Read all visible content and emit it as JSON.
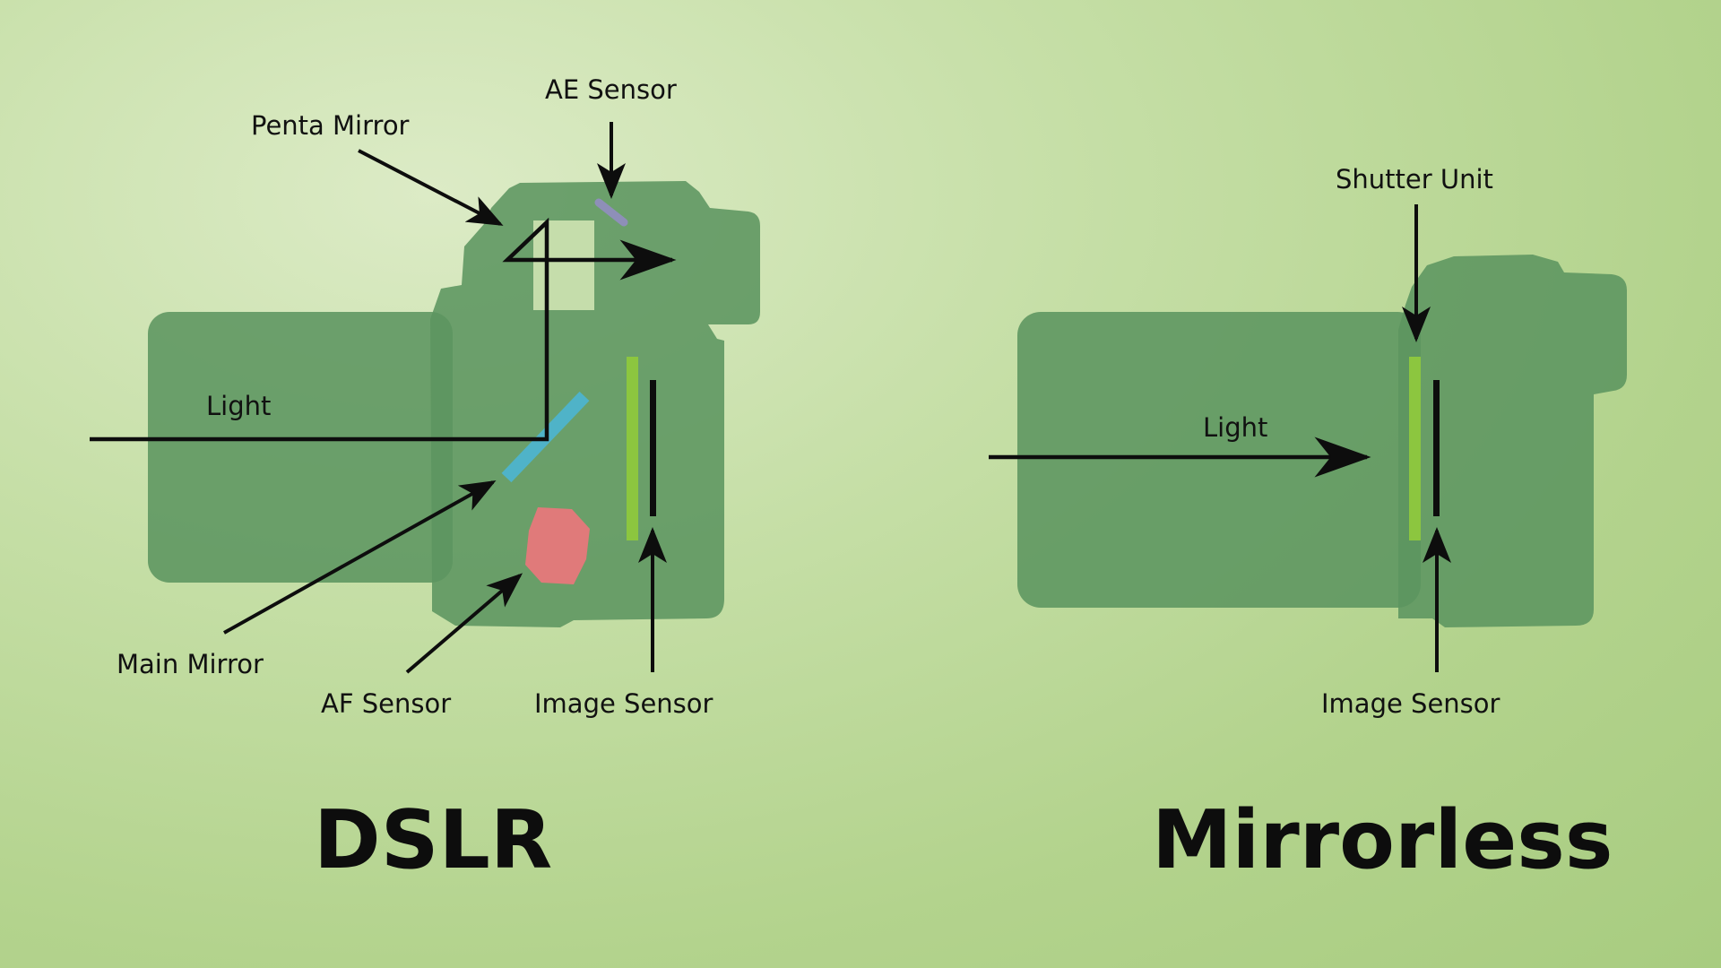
{
  "dslr": {
    "title": "DSLR",
    "labels": {
      "penta_mirror": "Penta Mirror",
      "ae_sensor": "AE Sensor",
      "light": "Light",
      "main_mirror": "Main Mirror",
      "af_sensor": "AF Sensor",
      "image_sensor": "Image Sensor"
    }
  },
  "mirrorless": {
    "title": "Mirrorless",
    "labels": {
      "shutter_unit": "Shutter Unit",
      "light": "Light",
      "image_sensor": "Image Sensor"
    }
  },
  "colors": {
    "background": "#c6dfa7",
    "camera_body": "#5c9560",
    "shutter": "#8cc63f",
    "main_mirror": "#4fb3c8",
    "af_sensor": "#e07a7a",
    "ae_sensor": "#8e8fb8",
    "lines": "#0d0d0d"
  }
}
